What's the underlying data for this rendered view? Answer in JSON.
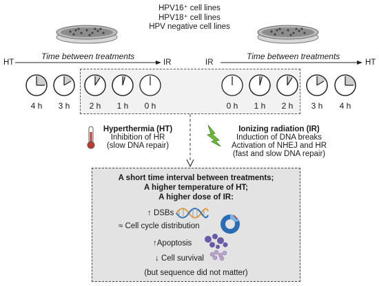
{
  "cell_lines": [
    "HPV16⁺ cell lines",
    "HPV18⁺ cell lines",
    "HPV negative cell lines"
  ],
  "left_timeline": {
    "start": "HT",
    "label": "Time between treatments",
    "end": "IR",
    "clocks": [
      "4 h",
      "3 h",
      "2 h",
      "1 h",
      "0 h"
    ]
  },
  "right_timeline": {
    "start": "IR",
    "label": "Time between treatments",
    "end": "HT",
    "clocks": [
      "0 h",
      "1 h",
      "2 h",
      "3 h",
      "4 h"
    ]
  },
  "hyperthermia": {
    "title": "Hyperthermia (HT)",
    "lines": [
      "Inhibition of HR",
      "(slow DNA repair)"
    ]
  },
  "ionizing": {
    "title": "Ionizing radiation (IR)",
    "lines": [
      "Induction of DNA breaks",
      "Activation of NHEJ and HR",
      "(fast and slow DNA repair)"
    ]
  },
  "summary": {
    "conditions": [
      "A short time interval between treatments;",
      "A higher temperature of HT;",
      "A higher dose of IR:"
    ],
    "dsbs": "↑ DSBs",
    "cell_cycle": "≈ Cell cycle distribution",
    "apoptosis": "↑Apoptosis",
    "survival": "↓ Cell survival",
    "note": "(but sequence did not matter)"
  },
  "colors": {
    "thermometer": "#c0392b",
    "lightning": "#6abf3a",
    "dna_orange": "#e59a3a",
    "cycle_blue": "#2a6db5",
    "apoptosis_purple": "#6a5aa8"
  }
}
